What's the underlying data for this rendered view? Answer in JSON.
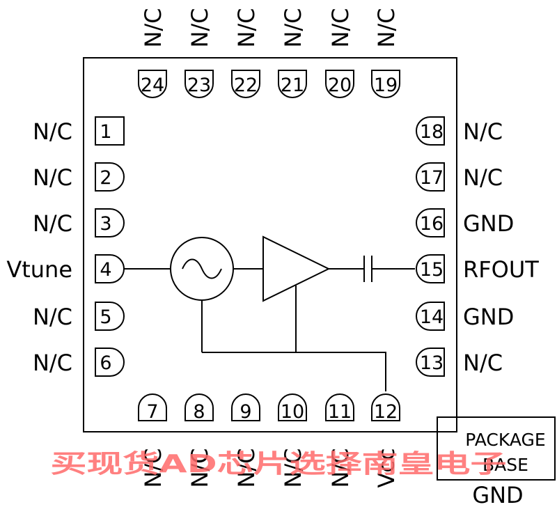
{
  "pins": [
    {
      "num": "1",
      "label": "N/C"
    },
    {
      "num": "2",
      "label": "N/C"
    },
    {
      "num": "3",
      "label": "N/C"
    },
    {
      "num": "4",
      "label": "Vtune"
    },
    {
      "num": "5",
      "label": "N/C"
    },
    {
      "num": "6",
      "label": "N/C"
    },
    {
      "num": "7",
      "label": "N/C"
    },
    {
      "num": "8",
      "label": "N/C"
    },
    {
      "num": "9",
      "label": "N/C"
    },
    {
      "num": "10",
      "label": "N/C"
    },
    {
      "num": "11",
      "label": "N/C"
    },
    {
      "num": "12",
      "label": "Vcc"
    },
    {
      "num": "13",
      "label": "N/C"
    },
    {
      "num": "14",
      "label": "GND"
    },
    {
      "num": "15",
      "label": "RFOUT"
    },
    {
      "num": "16",
      "label": "GND"
    },
    {
      "num": "17",
      "label": "N/C"
    },
    {
      "num": "18",
      "label": "N/C"
    },
    {
      "num": "19",
      "label": "N/C"
    },
    {
      "num": "20",
      "label": "N/C"
    },
    {
      "num": "21",
      "label": "N/C"
    },
    {
      "num": "22",
      "label": "N/C"
    },
    {
      "num": "23",
      "label": "N/C"
    },
    {
      "num": "24",
      "label": "N/C"
    }
  ],
  "package_base": {
    "line1": "PACKAGE",
    "line2": "BASE",
    "label": "GND"
  },
  "watermark": "买现货AD芯片选择南皇电子"
}
